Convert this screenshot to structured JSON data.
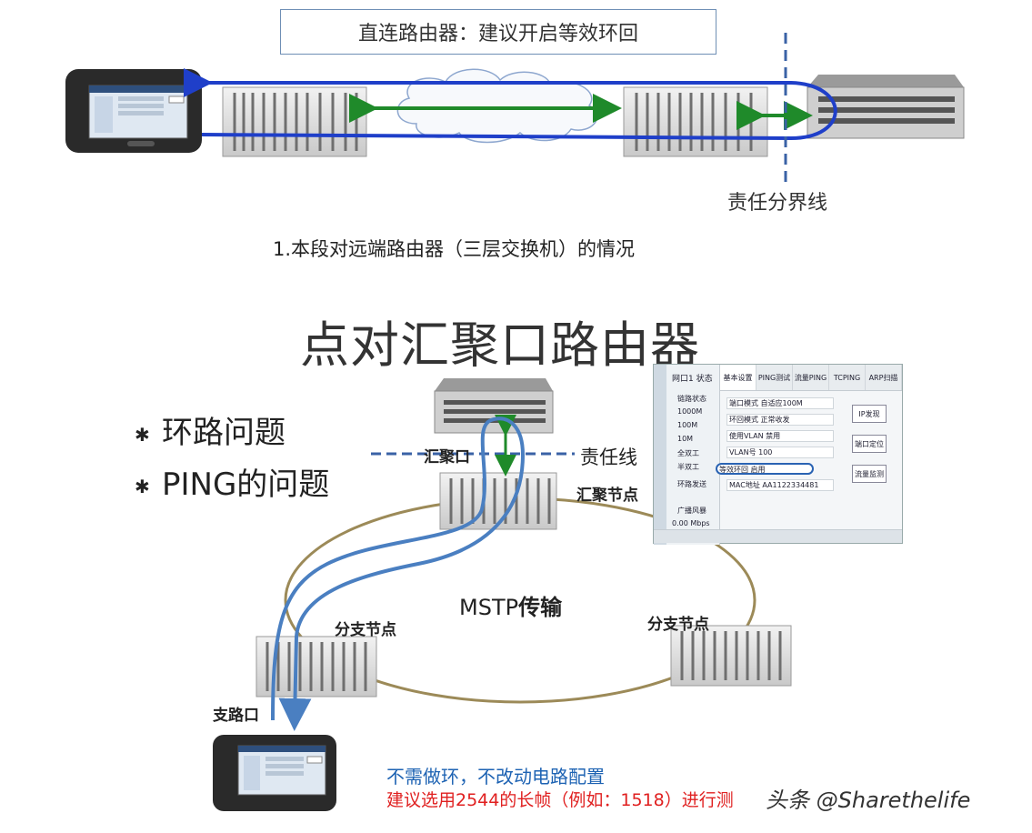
{
  "top": {
    "box_text": "直连路由器：建议开启等效环回",
    "responsibility_line": "责任分界线",
    "caption": "1.本段对远端路由器（三层交换机）的情况"
  },
  "bottom": {
    "title": "点对汇聚口路由器",
    "bullets": [
      "环路问题",
      "PING的问题"
    ],
    "aggregation_port": "汇聚口",
    "responsibility_line": "责任线",
    "aggregation_node": "汇聚节点",
    "branch_node_left": "分支节点",
    "branch_node_right": "分支节点",
    "mstp_prefix": "MSTP",
    "mstp_suffix": "传输",
    "branch_port": "支路口",
    "note_blue": "不需做环，不改动电路配置",
    "note_red": "建议选用2544的长帧（例如：1518）进行测",
    "watermark": "头条 @Sharethelife"
  },
  "screen": {
    "left_tab": "网口1 状态",
    "left_items": [
      "链路状态",
      "1000M",
      "100M",
      "10M",
      "全双工",
      "半双工",
      "环路发送",
      "广播风暴",
      "0.00 Mbps"
    ],
    "tabs": [
      "基本设置",
      "PING测试",
      "流量PING",
      "TCPING",
      "ARP扫描"
    ],
    "rows": [
      "端口模式 自适应100M",
      "环回模式 正常收发",
      "使用VLAN 禁用",
      "VLAN号 100",
      "等效环回 启用",
      "MAC地址 AA1122334481"
    ],
    "buttons": [
      "IP发现",
      "端口定位",
      "流量监测"
    ]
  },
  "colors": {
    "link_blue": "#1f3fc9",
    "link_green": "#1f8a2a",
    "ring": "#9c8a58",
    "path_blue": "#4a7fc1",
    "dash_blue": "#3a62a6",
    "note_blue": "#1e63b3",
    "note_red": "#e02020"
  }
}
